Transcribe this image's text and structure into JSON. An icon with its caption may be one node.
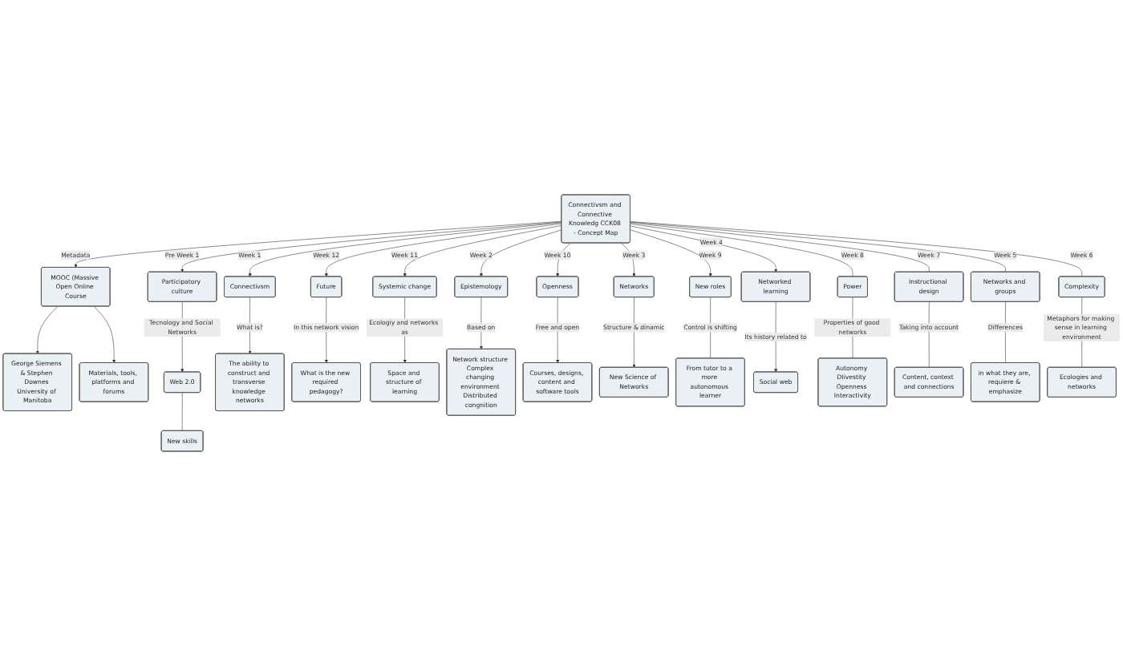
{
  "diagram": {
    "nodes": [
      {
        "text": [
          "Connectivsm and Connective Knowledg CCK08 - Concept Map"
        ]
      },
      {
        "text": [
          "George Siemens & Stephen Downes University of Manitoba"
        ]
      },
      {
        "text": [
          "Materials, tools, platforms and forums"
        ]
      },
      {
        "text": [
          "New skills"
        ]
      },
      {
        "text": [
          "Web 2.0"
        ]
      },
      {
        "text": [
          "The ability to construct and transverse knowledge networks"
        ]
      },
      {
        "text": [
          "What is the new required pedagogy?"
        ]
      },
      {
        "text": [
          "Space and structure of learning"
        ]
      },
      {
        "text": [
          "MOOC (Massive Open Online Course"
        ]
      },
      {
        "text": [
          "Participatory culture"
        ]
      },
      {
        "text": [
          "Connectivsm"
        ]
      },
      {
        "text": [
          "Network structure Complex changing environment Distributed congnition"
        ]
      },
      {
        "text": [
          "Future"
        ]
      },
      {
        "text": [
          "Systemic change"
        ]
      },
      {
        "text": [
          "Courses, designs, content and software tools"
        ]
      },
      {
        "text": [
          "Epistemology"
        ]
      },
      {
        "text": [
          "Openness"
        ]
      },
      {
        "text": [
          "Networks"
        ]
      },
      {
        "text": [
          "New Science of Networks"
        ]
      },
      {
        "text": [
          "New roles"
        ]
      },
      {
        "text": [
          "Networked learning"
        ]
      },
      {
        "text": [
          "Power"
        ]
      },
      {
        "text": [
          "From tutor to a more autonomous learner"
        ]
      },
      {
        "text": [
          "Social web"
        ]
      },
      {
        "text": [
          "Instructional design"
        ]
      },
      {
        "text": [
          "Complexity"
        ]
      },
      {
        "text": [
          "Networks and groups"
        ]
      },
      {
        "text": [
          "Autonomy DIivestity Openness Interactivity"
        ]
      },
      {
        "text": [
          "Content, context and connections"
        ]
      },
      {
        "text": [
          "in what they are, requiere & emphasize"
        ]
      },
      {
        "text": [
          "Ecologies and networks"
        ]
      }
    ],
    "edges": [
      {
        "from": 0,
        "to": 9,
        "label": "Pre Week 1",
        "arrow": "to"
      },
      {
        "from": 0,
        "to": 10,
        "label": "Week 1",
        "arrow": "to"
      },
      {
        "from": 0,
        "to": 15,
        "label": "Week 2",
        "arrow": "to"
      },
      {
        "from": 0,
        "to": 17,
        "label": "Week 3",
        "arrow": "to"
      },
      {
        "from": 0,
        "to": 20,
        "label": "Week 4",
        "arrow": "to"
      },
      {
        "from": 0,
        "to": 26,
        "label": "Week 5",
        "arrow": "none"
      },
      {
        "from": 0,
        "to": 25,
        "label": "Week 6",
        "arrow": "none"
      },
      {
        "from": 0,
        "to": 24,
        "label": "Week 7",
        "arrow": "none"
      },
      {
        "from": 0,
        "to": 21,
        "label": "Week 8",
        "arrow": "none"
      },
      {
        "from": 0,
        "to": 19,
        "label": "Week 9",
        "arrow": "to"
      },
      {
        "from": 0,
        "to": 16,
        "label": "Week 10",
        "arrow": "to"
      },
      {
        "from": 0,
        "to": 13,
        "label": "Week 11",
        "arrow": "to"
      },
      {
        "from": 0,
        "to": 12,
        "label": "Week 12",
        "arrow": "to"
      },
      {
        "from": 0,
        "to": 8,
        "label": "Metadata",
        "arrow": "to"
      },
      {
        "from": 8,
        "to": 1,
        "arrow": "to"
      },
      {
        "from": 8,
        "to": 2,
        "arrow": "to"
      },
      {
        "from": 9,
        "to": 4,
        "label": "Tecnology and Social Networks",
        "arrow": "to"
      },
      {
        "from": 4,
        "to": 3,
        "arrow": "none"
      },
      {
        "from": 10,
        "to": 5,
        "label": "What is?",
        "arrow": "to"
      },
      {
        "from": 15,
        "to": 11,
        "label": "Based on",
        "arrow": "to"
      },
      {
        "from": 17,
        "to": 18,
        "label": "Structure & dinamic",
        "arrow": "to"
      },
      {
        "from": 20,
        "to": 23,
        "label": "Its history related to",
        "arrow": "to"
      },
      {
        "from": 26,
        "to": 29,
        "label": "Differences",
        "arrow": "none"
      },
      {
        "from": 25,
        "to": 30,
        "label": "Metaphors for making sense in learning environment",
        "arrow": "none"
      },
      {
        "from": 24,
        "to": 28,
        "label": "Taking into account",
        "arrow": "none"
      },
      {
        "from": 21,
        "to": 27,
        "label": "Properties of good networks",
        "arrow": "none"
      },
      {
        "from": 19,
        "to": 22,
        "label": "Control is shifting",
        "arrow": "none"
      },
      {
        "from": 16,
        "to": 14,
        "label": "Free and open",
        "arrow": "to"
      },
      {
        "from": 13,
        "to": 7,
        "label": "Ecologiy and networks as",
        "arrow": "to"
      },
      {
        "from": 12,
        "to": 6,
        "label": "In this network vision",
        "arrow": "to"
      }
    ]
  }
}
